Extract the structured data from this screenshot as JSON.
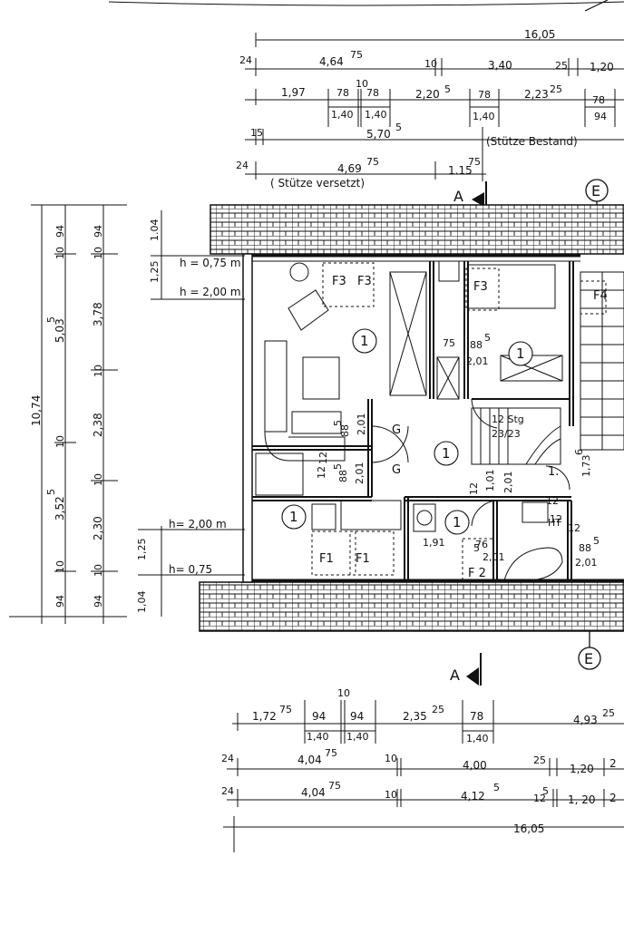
{
  "top_dims": {
    "overall": "16,05",
    "r1": [
      "24",
      "4,64",
      "75",
      "10",
      "3,40",
      "25",
      "1,20"
    ],
    "r2": [
      "1,97",
      "78",
      "10",
      "78",
      "2,20",
      "5",
      "78",
      "2,23",
      "25",
      "78"
    ],
    "r2_sub": [
      "1,40",
      "1,40",
      "1,40",
      "94"
    ],
    "r3": [
      "15",
      "5,70",
      "5",
      "(Stütze Bestand)"
    ],
    "r4": [
      "24",
      "4,69",
      "75",
      "1.15",
      "75",
      "( Stütze versetzt)"
    ]
  },
  "left_dims": {
    "overall": "10,74",
    "c1": [
      "94",
      "10",
      "5,03",
      "5",
      "10",
      "3,52",
      "5",
      "10",
      "94"
    ],
    "c2": [
      "94",
      "10",
      "3,78",
      "10",
      "2,38",
      "10",
      "2,30",
      "10",
      "94"
    ],
    "c3": [
      "1.04",
      "1,25",
      "1,25",
      "1,04"
    ],
    "heights": [
      "h = 0,75 m",
      "h = 2,00 m",
      "h= 2,00 m",
      "h= 0,75"
    ]
  },
  "rooms": {
    "number": "1",
    "labels": [
      "F3",
      "F3",
      "F3",
      "F4",
      "F1",
      "F1",
      "F 2",
      "G",
      "G",
      "HT",
      "1."
    ],
    "stair": [
      "12 Stg",
      "23/23"
    ],
    "inner_dims": [
      "75",
      "88",
      "5",
      "2,01",
      "88",
      "5",
      "2,01",
      "88",
      "5",
      "2,01",
      "1,01",
      "2,01",
      "12",
      "12",
      "12",
      "1,73",
      "6",
      "1,91",
      "76",
      "2,01",
      "88",
      "5",
      "2,01",
      "12",
      "5",
      "12",
      "12"
    ]
  },
  "section_marks": {
    "cut": "A",
    "grid": "E"
  },
  "bottom_dims": {
    "r1": [
      "1,72",
      "75",
      "94",
      "10",
      "94",
      "2,35",
      "25",
      "78",
      "4,93",
      "25"
    ],
    "r1_sub": [
      "1,40",
      "1,40",
      "1,40"
    ],
    "r2": [
      "24",
      "4,04",
      "75",
      "10",
      "4,00",
      "25",
      "1,20",
      "2"
    ],
    "r3": [
      "24",
      "4,04",
      "75",
      "10",
      "4,12",
      "5",
      "12",
      "5",
      "1, 20",
      "2"
    ],
    "overall": "16,05"
  }
}
